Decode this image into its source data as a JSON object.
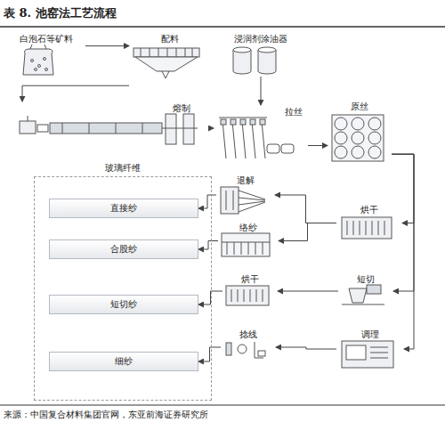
{
  "diagram": {
    "title": "表 8.  池窑法工艺流程",
    "caption": "来源：中国复合材料集团官网，东亚前海证券研究所",
    "nodes": [
      {
        "text": [
          "白泡石等矿料"
        ]
      },
      {
        "text": [
          "配料"
        ]
      },
      {
        "text": [
          "浸润剂涂油器"
        ]
      },
      {
        "text": [
          "熔制"
        ]
      },
      {
        "text": [
          "拉丝"
        ]
      },
      {
        "text": [
          "原丝"
        ]
      },
      {
        "text": [
          "玻璃纤维"
        ]
      },
      {
        "text": [
          "直接纱"
        ],
        "in": 6
      },
      {
        "text": [
          "合股纱"
        ],
        "in": 6
      },
      {
        "text": [
          "短切纱"
        ],
        "in": 6
      },
      {
        "text": [
          "细纱"
        ],
        "in": 6
      },
      {
        "text": [
          "退解"
        ]
      },
      {
        "text": [
          "络纱"
        ]
      },
      {
        "text": [
          "烘干"
        ]
      },
      {
        "text": [
          "烘干"
        ]
      },
      {
        "text": [
          "短切"
        ]
      },
      {
        "text": [
          "捻线"
        ]
      },
      {
        "text": [
          "调理"
        ]
      }
    ],
    "edges": [
      {
        "from": 0,
        "to": 1,
        "arrow": "to"
      },
      {
        "from": 1,
        "to": 3,
        "arrow": "to"
      },
      {
        "from": 3,
        "to": 4,
        "arrow": "to"
      },
      {
        "from": 2,
        "to": 4,
        "arrow": "to"
      },
      {
        "from": 4,
        "to": 5,
        "arrow": "to"
      },
      {
        "from": 5,
        "to": 13,
        "arrow": "to"
      },
      {
        "from": 5,
        "to": 15,
        "arrow": "to"
      },
      {
        "from": 5,
        "to": 17,
        "arrow": "to"
      },
      {
        "from": 13,
        "to": 11,
        "arrow": "to"
      },
      {
        "from": 13,
        "to": 12,
        "arrow": "to"
      },
      {
        "from": 11,
        "to": 7,
        "arrow": "to"
      },
      {
        "from": 12,
        "to": 8,
        "arrow": "to"
      },
      {
        "from": 15,
        "to": 14,
        "arrow": "to"
      },
      {
        "from": 14,
        "to": 9,
        "arrow": "to"
      },
      {
        "from": 17,
        "to": 16,
        "arrow": "to"
      },
      {
        "from": 16,
        "to": 10,
        "arrow": "to"
      }
    ]
  }
}
